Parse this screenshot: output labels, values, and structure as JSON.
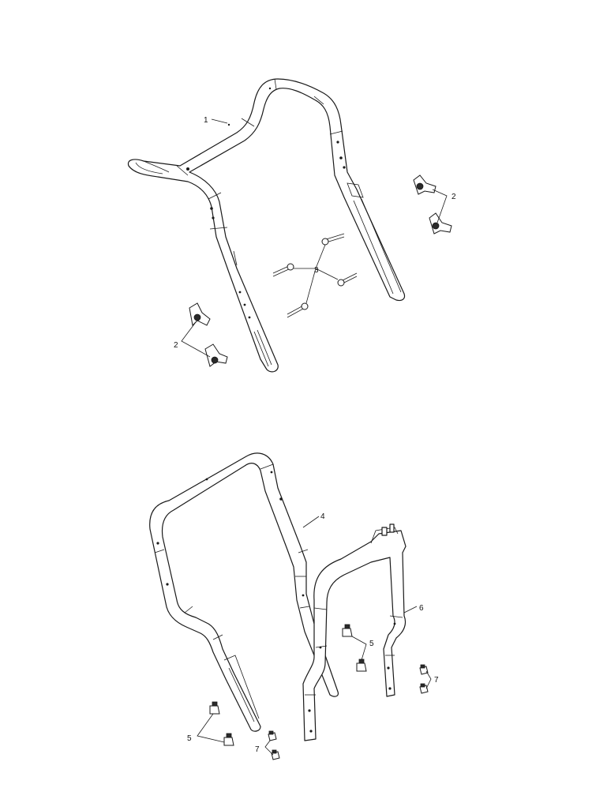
{
  "callouts": {
    "part1": "1",
    "part2_upper": "2",
    "part2_lower": "2",
    "part3": "3",
    "part4": "4",
    "part5_upper": "5",
    "part5_lower": "5",
    "part6": "6",
    "part7_right": "7",
    "part7_lower": "7"
  },
  "colors": {
    "line": "#1a1a1a",
    "background": "#ffffff"
  }
}
